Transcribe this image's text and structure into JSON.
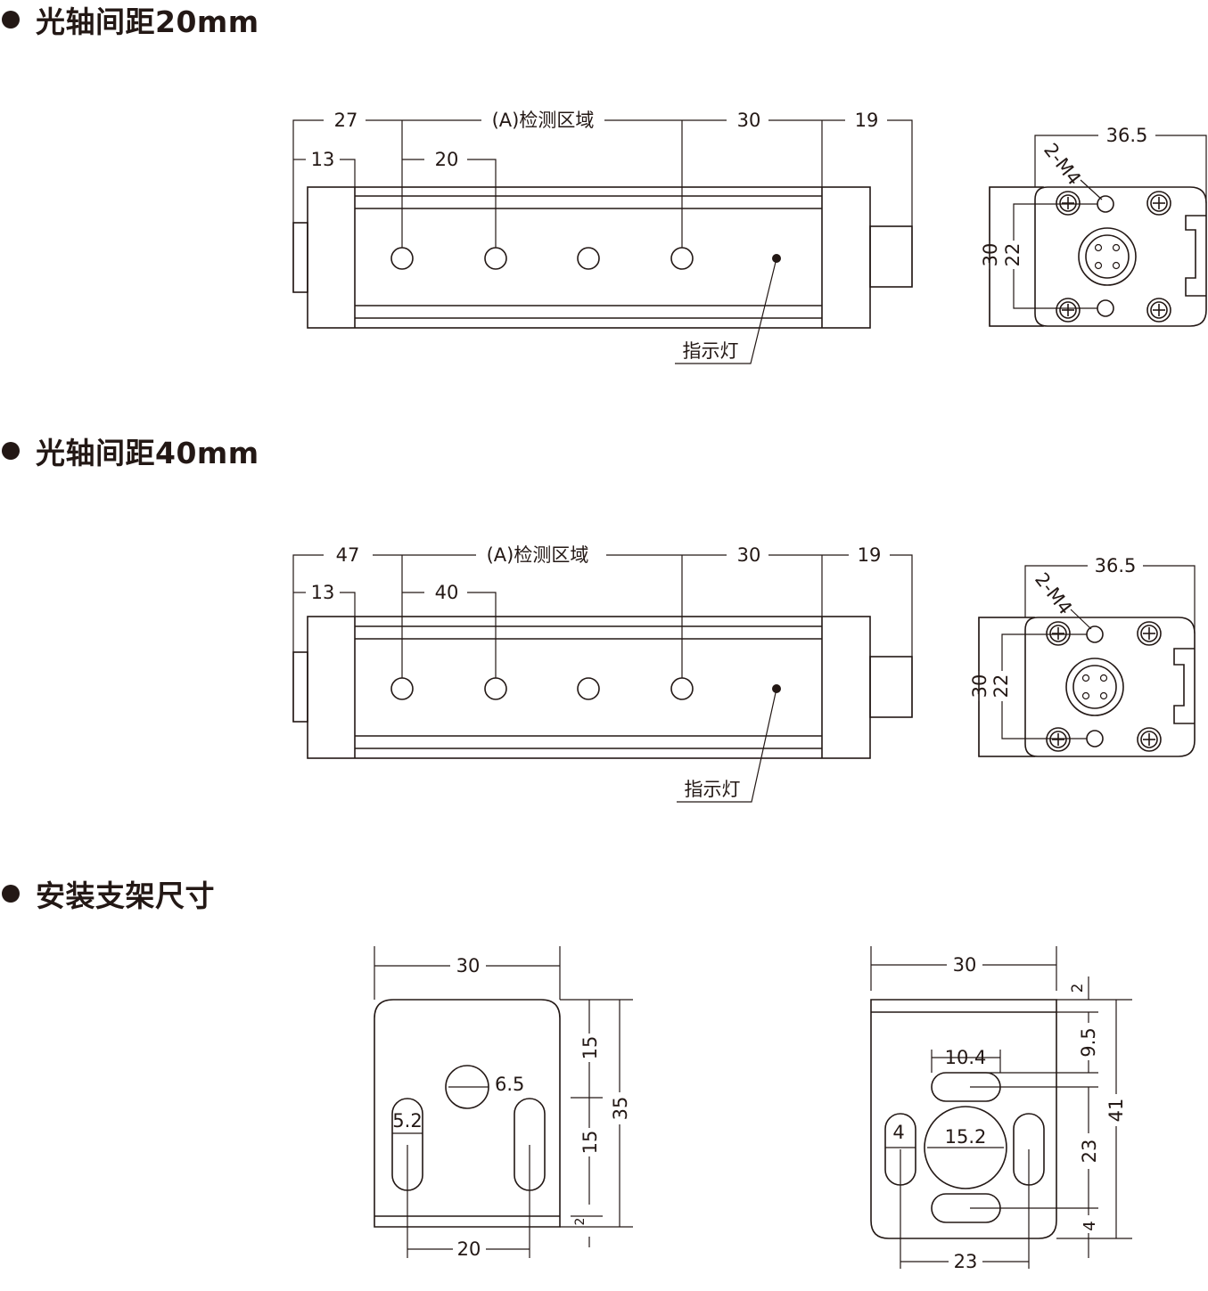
{
  "sections": [
    {
      "title": "光轴间距20mm"
    },
    {
      "title": "光轴间距40mm"
    },
    {
      "title": "安装支架尺寸"
    }
  ],
  "sensor_20": {
    "dim_top_left": "27",
    "dim_area": "(A)检测区域",
    "dim_top_right": "30",
    "dim_connector": "19",
    "dim_end": "13",
    "dim_pitch": "20",
    "indicator_label": "指示灯",
    "side_width": "36.5",
    "side_screw": "2-M4",
    "side_height": "30",
    "side_hole_spacing": "22"
  },
  "sensor_40": {
    "dim_top_left": "47",
    "dim_area": "(A)检测区域",
    "dim_top_right": "30",
    "dim_connector": "19",
    "dim_end": "13",
    "dim_pitch": "40",
    "indicator_label": "指示灯",
    "side_width": "36.5",
    "side_screw": "2-M4",
    "side_height": "30",
    "side_hole_spacing": "22"
  },
  "bracket_left": {
    "width": "30",
    "hole_dia": "6.5",
    "slot_width": "5.2",
    "upper": "15",
    "lower": "15",
    "height": "35",
    "thickness": "2",
    "slot_spacing": "20"
  },
  "bracket_right": {
    "width": "30",
    "top_thickness": "2",
    "slot_len": "10.4",
    "top_offset": "9.5",
    "center_hole": "15.2",
    "side_slot_width": "4",
    "height": "41",
    "slot_spacing_v": "23",
    "bottom_gap": "4",
    "slot_spacing_h": "23"
  }
}
